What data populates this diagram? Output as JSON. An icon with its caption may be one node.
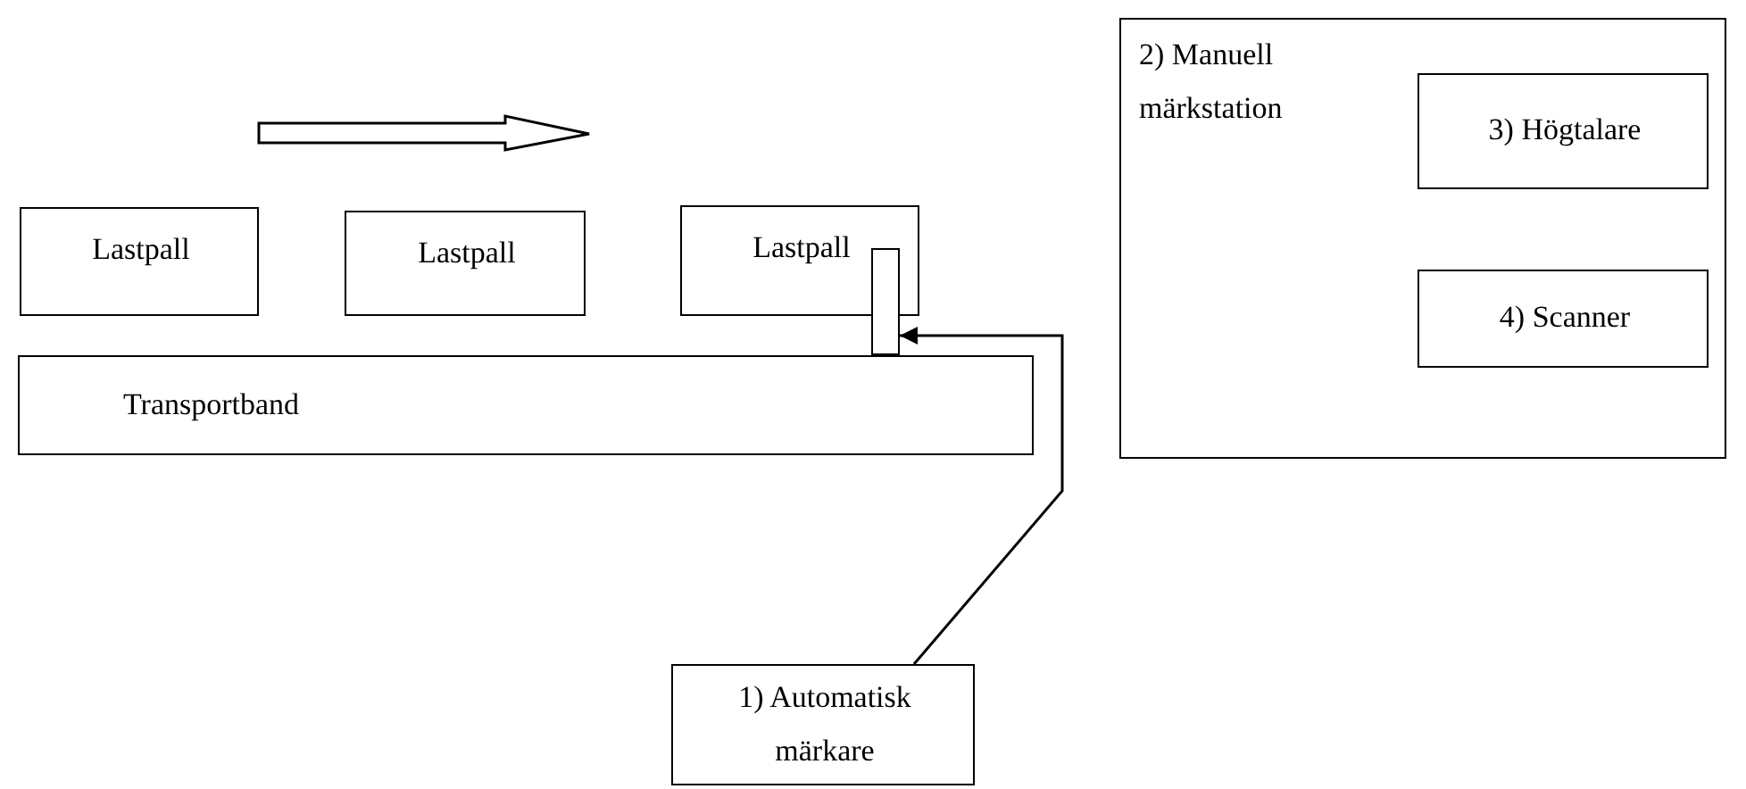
{
  "diagram": {
    "nodes": [
      {
        "text": [
          "2) Manuell märkstation"
        ]
      },
      {
        "text": [
          "3) Högtalare"
        ],
        "in": 0
      },
      {
        "text": [
          "4) Scanner"
        ],
        "in": 0
      },
      {
        "text": [
          "Lastpall"
        ]
      },
      {
        "text": [
          "Lastpall"
        ]
      },
      {
        "text": [
          "Lastpall"
        ]
      },
      {
        "text": [],
        "shape": "box"
      },
      {
        "text": [
          "Transportband"
        ]
      },
      {
        "text": [
          "1) Automatisk märkare"
        ]
      }
    ],
    "edges": [
      {
        "from": 8,
        "to": 6,
        "arrow": "to"
      }
    ]
  }
}
